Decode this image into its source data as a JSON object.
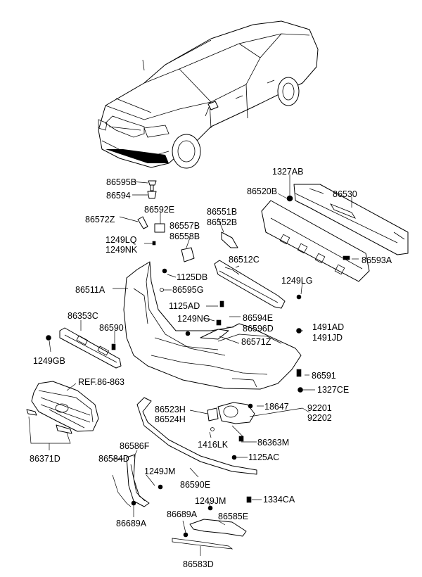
{
  "labels": [
    "86595B",
    "86594",
    "86572Z",
    "86592E",
    "86551B",
    "86552B",
    "86557B",
    "86558B",
    "1249LQ",
    "1249NK",
    "1125DB",
    "86595G",
    "86511A",
    "86512C",
    "1249LG",
    "1125AD",
    "86594E",
    "1249NG",
    "86596D",
    "86353C",
    "86590",
    "1491AD",
    "1491JD",
    "86571Z",
    "1249GB",
    "86591",
    "REF.86-863",
    "1327CE",
    "86523H",
    "86524H",
    "18647",
    "92201",
    "92202",
    "86371D",
    "1416LK",
    "86363M",
    "86586F",
    "1125AC",
    "86584D",
    "1249JM",
    "86590E",
    "1334CA",
    "1249JM",
    "86689A",
    "86585E",
    "86689A",
    "86583D",
    "1327AB",
    "86520B",
    "86530",
    "86593A"
  ]
}
